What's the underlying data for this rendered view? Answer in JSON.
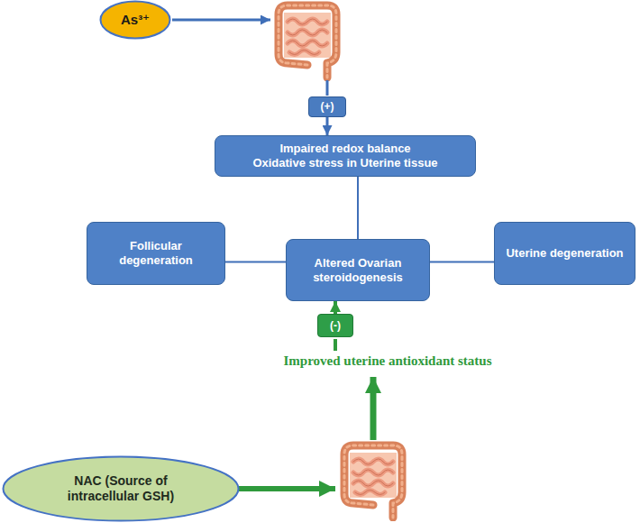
{
  "diagram": {
    "nodes": [
      {
        "text": [
          "As³⁺"
        ]
      },
      {
        "text": [
          "(+)"
        ]
      },
      {
        "text": [
          "Impaired redox balance",
          "Oxidative stress in Uterine tissue"
        ]
      },
      {
        "text": [
          "Follicular degeneration"
        ]
      },
      {
        "text": [
          "Altered Ovarian steroidogenesis"
        ]
      },
      {
        "text": [
          "Uterine degeneration"
        ]
      },
      {
        "text": [
          "(-)"
        ]
      },
      {
        "text": [
          "NAC (Source of intracellular GSH)"
        ]
      }
    ],
    "edges": [
      {
        "from": 1,
        "to": 2,
        "arrow": "to"
      },
      {
        "from": 2,
        "to": 4,
        "arrow": "none"
      },
      {
        "from": 3,
        "to": 4,
        "arrow": "none"
      },
      {
        "from": 4,
        "to": 5,
        "arrow": "none"
      },
      {
        "from": 6,
        "to": 4,
        "arrow": "to"
      }
    ],
    "labels": [
      "Improved uterine antioxidant status"
    ]
  }
}
